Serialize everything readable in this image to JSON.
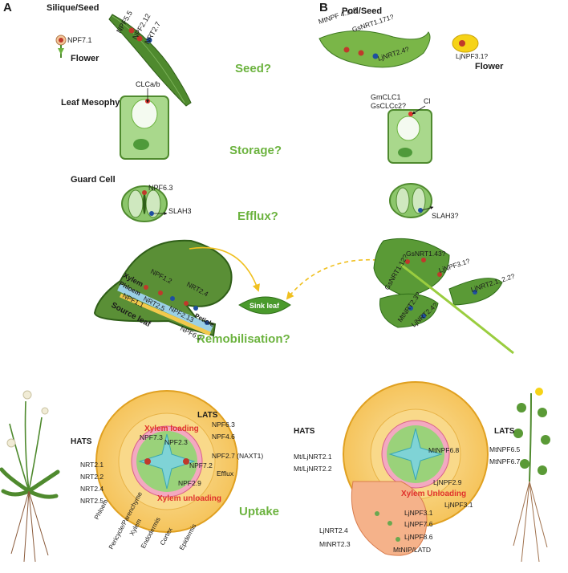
{
  "panels": {
    "a": "A",
    "b": "B"
  },
  "questions": {
    "seed": "Seed?",
    "storage": "Storage?",
    "efflux": "Efflux?",
    "remobilisation": "Remobilisation?",
    "uptake": "Uptake"
  },
  "left": {
    "silique_title": "Silique/Seed",
    "silique_genes": [
      "NPF5.5",
      "NPF2.12",
      "NRT2.7"
    ],
    "flower_gene": "NPF7.1",
    "flower_title": "Flower",
    "mesophyll_title": "Leaf Mesophyll",
    "mesophyll_gene": "CLCa/b",
    "guard_title": "Guard Cell",
    "guard_genes": [
      "NPF6.3",
      "SLAH3"
    ],
    "source_leaf": "Source leaf",
    "xylem": "Xylem",
    "phloem": "Phloem",
    "petiole": "Petiole",
    "leaf_genes": [
      "NPF1.1",
      "NPF1.2",
      "NRT2.5",
      "NPF2.13",
      "NRT2.4",
      "NPF6.2"
    ],
    "sink_leaf": "Sink leaf",
    "hats": "HATS",
    "lats": "LATS",
    "hats_genes": [
      "NRT2.1",
      "NRT2.2",
      "NRT2.4",
      "NRT2.5"
    ],
    "lats_genes": [
      "NPF6.3",
      "NPF4.6",
      "NPF2.7 (NAXT1)",
      "Efflux"
    ],
    "inner_genes": [
      "NPF7.3",
      "NPF2.3",
      "NPF7.2",
      "NPF2.9"
    ],
    "xylem_loading": "Xylem loading",
    "xylem_unloading": "Xylem unloading",
    "tissues": [
      "Phloem",
      "Pericycle/Parenchyme",
      "Xylem",
      "Endodermis",
      "Cortex",
      "Epidermis"
    ]
  },
  "right": {
    "pod_title": "Pod/Seed",
    "pod_genes": [
      "MtNPF 4.12?",
      "GsNRT1.171?",
      "LjNRT2.4?"
    ],
    "flower_gene": "LjNPF3.1?",
    "flower_title": "Flower",
    "cl_genes": [
      "GmCLC1",
      "GsCLCc2?"
    ],
    "cl_ion": "Cl",
    "guard_gene": "SLAH3?",
    "leaf_genes": [
      "GsNRT1.43?",
      "GsNRT1.12?",
      "LjNPF3.1?",
      "LjNRT2.1, 2.2?",
      "MtNRT2.3?",
      "LjNRT2.4?"
    ],
    "hats": "HATS",
    "lats": "LATS",
    "hats_genes": [
      "Mt/LjNRT2.1",
      "Mt/LjNRT2.2"
    ],
    "lats_genes": [
      "MtNPF6.5",
      "MtNPF6.7"
    ],
    "inner_genes": [
      "MtNPF6.8",
      "LjNPF2.9",
      "LjNPF3.1",
      "LjNPF3.1",
      "LjNPF7.6",
      "LjNPF8.6",
      "LjNRT2.4",
      "MtNRT2.3",
      "MtNIP/LATD"
    ],
    "xylem_unloading": "Xylem Unloading"
  },
  "colors": {
    "question_green": "#6cb33f",
    "leaf_green": "#4f8a2e",
    "cell_green": "#8cc66b",
    "root_orange": "#f7c866",
    "xylem_teal": "#7fd3d6",
    "accent_red": "#e0312b",
    "arrow_yellow": "#f0c020"
  }
}
